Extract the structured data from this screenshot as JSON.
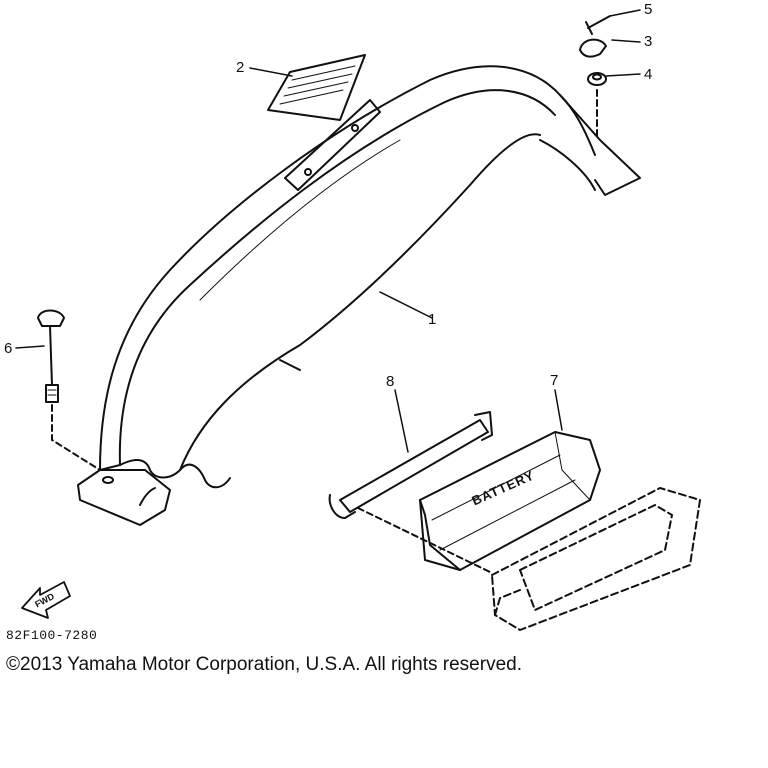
{
  "callouts": [
    {
      "id": "1",
      "label": "1"
    },
    {
      "id": "2",
      "label": "2"
    },
    {
      "id": "3",
      "label": "3"
    },
    {
      "id": "4",
      "label": "4"
    },
    {
      "id": "5",
      "label": "5"
    },
    {
      "id": "6",
      "label": "6"
    },
    {
      "id": "7",
      "label": "7"
    },
    {
      "id": "8",
      "label": "8"
    }
  ],
  "fwd_arrow": {
    "label": "FWD"
  },
  "battery_marking": "BATTERY",
  "part_code": "82F100-7280",
  "copyright": "©2013 Yamaha Motor Corporation, U.S.A. All rights reserved."
}
